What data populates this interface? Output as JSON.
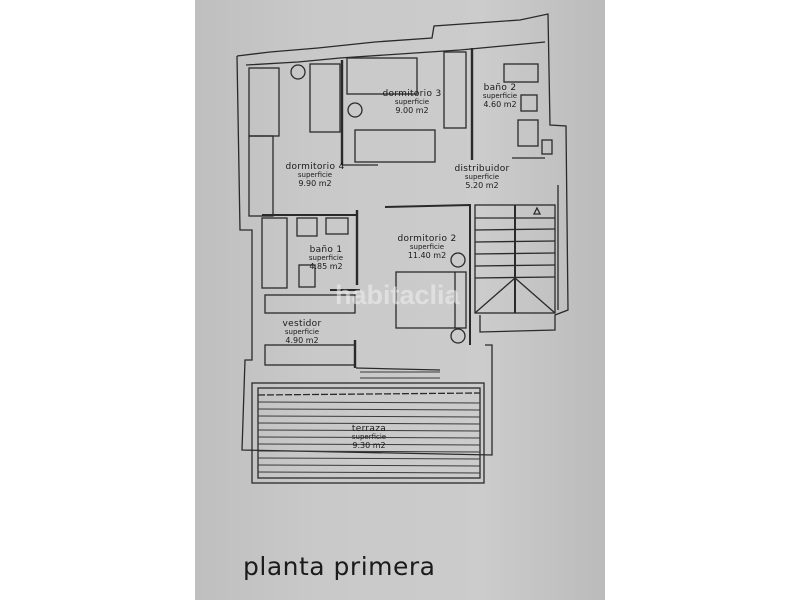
{
  "plan": {
    "title": "planta primera",
    "watermark": "habitaclia",
    "rooms": [
      {
        "name": "dormitorio 3",
        "label": "superficie",
        "area": "9.00 m2"
      },
      {
        "name": "baño 2",
        "label": "superficie",
        "area": "4.60 m2"
      },
      {
        "name": "dormitorio 4",
        "label": "superficie",
        "area": "9.90 m2"
      },
      {
        "name": "distribuidor",
        "label": "superficie",
        "area": "5.20 m2"
      },
      {
        "name": "baño 1",
        "label": "superficie",
        "area": "4.85 m2"
      },
      {
        "name": "dormitorio 2",
        "label": "superficie",
        "area": "11.40 m2"
      },
      {
        "name": "vestidor",
        "label": "superficie",
        "area": "4.90 m2"
      },
      {
        "name": "terraza",
        "label": "superficie",
        "area": "9.30 m2"
      }
    ],
    "colors": {
      "paper": "#c9c9c9",
      "line": "#2a2a2a",
      "background": "#ffffff"
    }
  }
}
